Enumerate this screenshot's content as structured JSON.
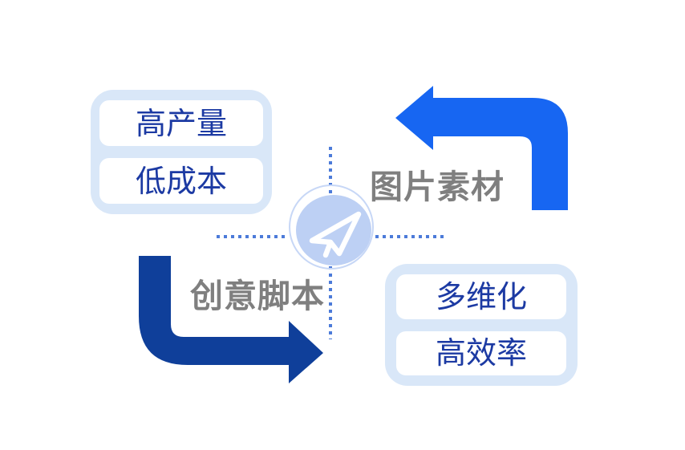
{
  "diagram": {
    "labels": {
      "top_arrow": "图片素材",
      "bottom_arrow": "创意脚本"
    },
    "panels": {
      "top_left": {
        "items": [
          "高产量",
          "低成本"
        ]
      },
      "bottom_right": {
        "items": [
          "多维化",
          "高效率"
        ]
      }
    },
    "icons": {
      "center": "paper-plane-icon"
    }
  },
  "colors": {
    "bright_blue": "#1766F2",
    "navy": "#0F3F9A",
    "panel_bg": "#D9E7F8",
    "pill_bg": "#FFFFFF",
    "box_text": "#1C3AA3",
    "label_gray": "#7F7F7F",
    "dash_blue": "#4C7BD9",
    "blob_fill": "#BDD0F4",
    "ring_stroke": "#C7D7F6",
    "page_bg": "#FFFFFF"
  }
}
